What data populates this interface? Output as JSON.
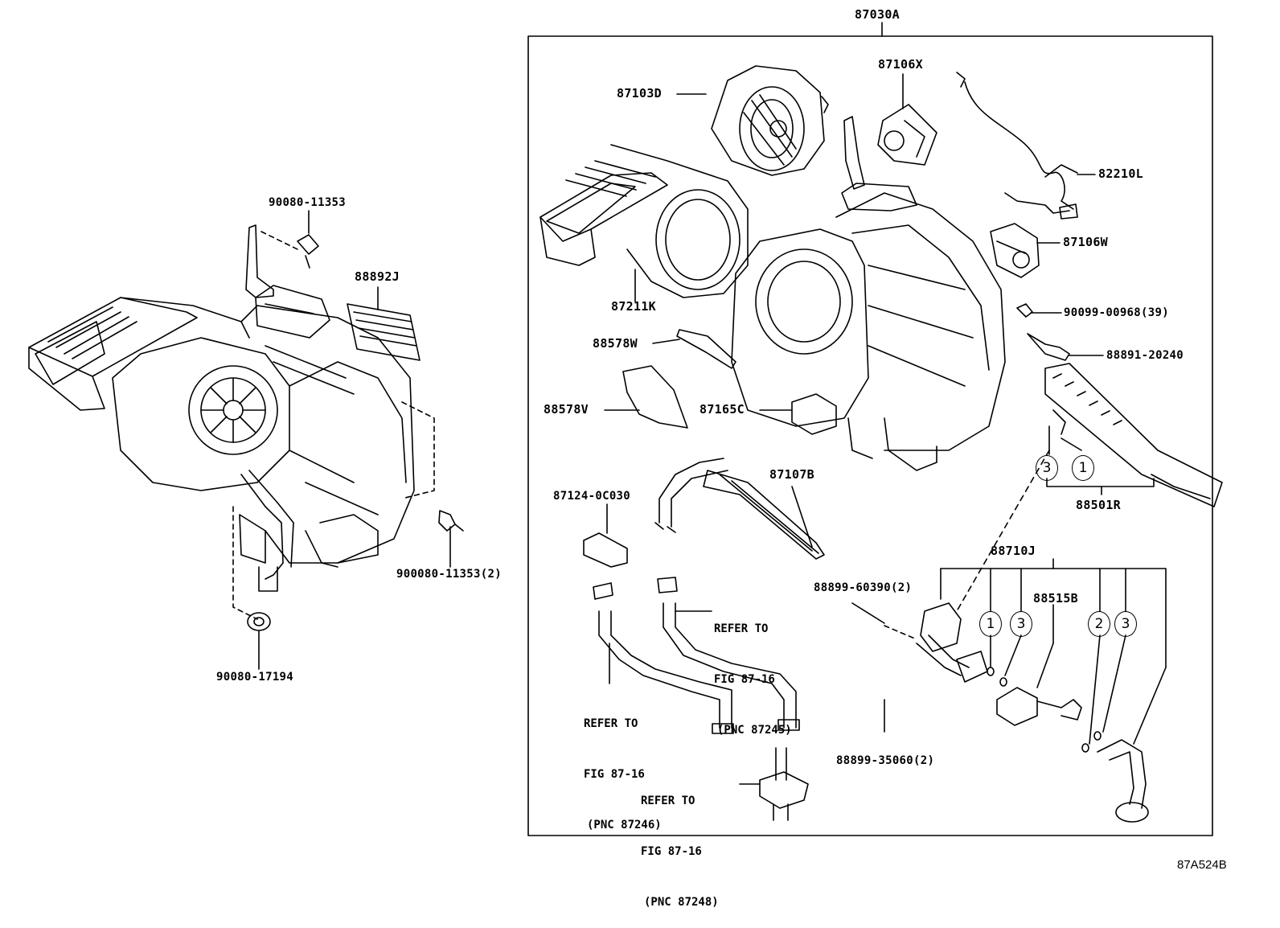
{
  "labels": {
    "assembly": "87030A",
    "blower_fan": "87103D",
    "servo_x": "87106X",
    "wire": "82210L",
    "servo_w": "87106W",
    "screw_39": "90099-00968(39)",
    "sensor": "88891-20240",
    "evaporator": "88501R",
    "case_k": "87211K",
    "pad_w": "88578W",
    "pad_v": "88578V",
    "resistor": "87165C",
    "heater_core": "87107B",
    "clamp": "87124-0C030",
    "valve_set": "88710J",
    "bolt_60390": "88899-60390(2)",
    "bolt_35060": "88899-35060(2)",
    "switch": "88515B",
    "bolt_top": "90080-11353",
    "duct_j": "88892J",
    "bolt_side": "900080-11353(2)",
    "grommet": "90080-17194",
    "figure_id": "87A524B"
  },
  "circled_numbers": {
    "evap_a": "3",
    "evap_b": "1",
    "valve_a": "1",
    "valve_b": "3",
    "valve_c": "2",
    "valve_d": "3"
  },
  "notes": {
    "hose_245": {
      "line1": "REFER TO",
      "line2": "FIG 87-16",
      "line3": "(PNC 87245)"
    },
    "hose_246": {
      "line1": "REFER TO",
      "line2": "FIG 87-16",
      "line3": "(PNC 87246)"
    },
    "valve_248": {
      "line1": "REFER TO",
      "line2": "FIG 87-16",
      "line3": "(PNC 87248)"
    }
  }
}
